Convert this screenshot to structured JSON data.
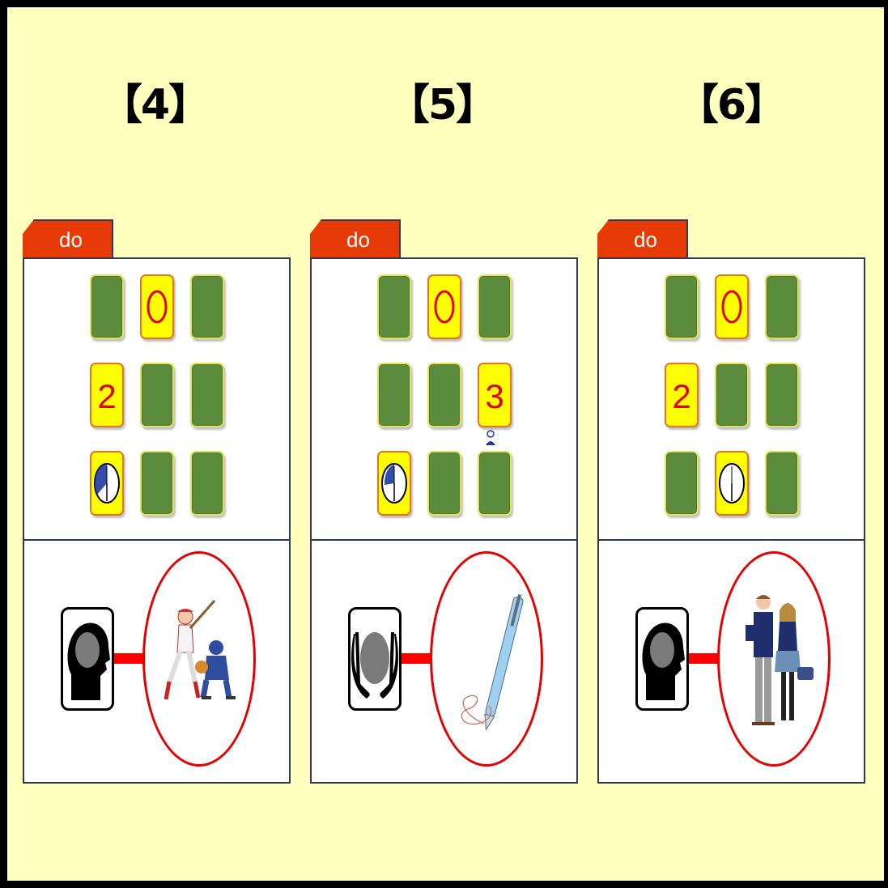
{
  "questions": [
    {
      "label": "【4】",
      "tab": "do"
    },
    {
      "label": "【5】",
      "tab": "do"
    },
    {
      "label": "【6】",
      "tab": "do"
    }
  ],
  "tiles": {
    "q4": {
      "row2_digit": "2"
    },
    "q5": {
      "row2_digit": "3"
    },
    "q6": {
      "row2_digit": "2"
    }
  },
  "colors": {
    "background": "#ffffbe",
    "tab": "#e63b06",
    "tile_green": "#5b8b3c",
    "tile_yellow": "#ffff00",
    "ring": "#e60000"
  },
  "icons": {
    "q4_head": "head-silhouette-icon",
    "q4_picture": "baseball-players-icon",
    "q5_head": "hands-holding-head-icon",
    "q5_picture": "pen-writing-icon",
    "q6_head": "head-silhouette-icon",
    "q6_picture": "students-uniform-icon"
  }
}
